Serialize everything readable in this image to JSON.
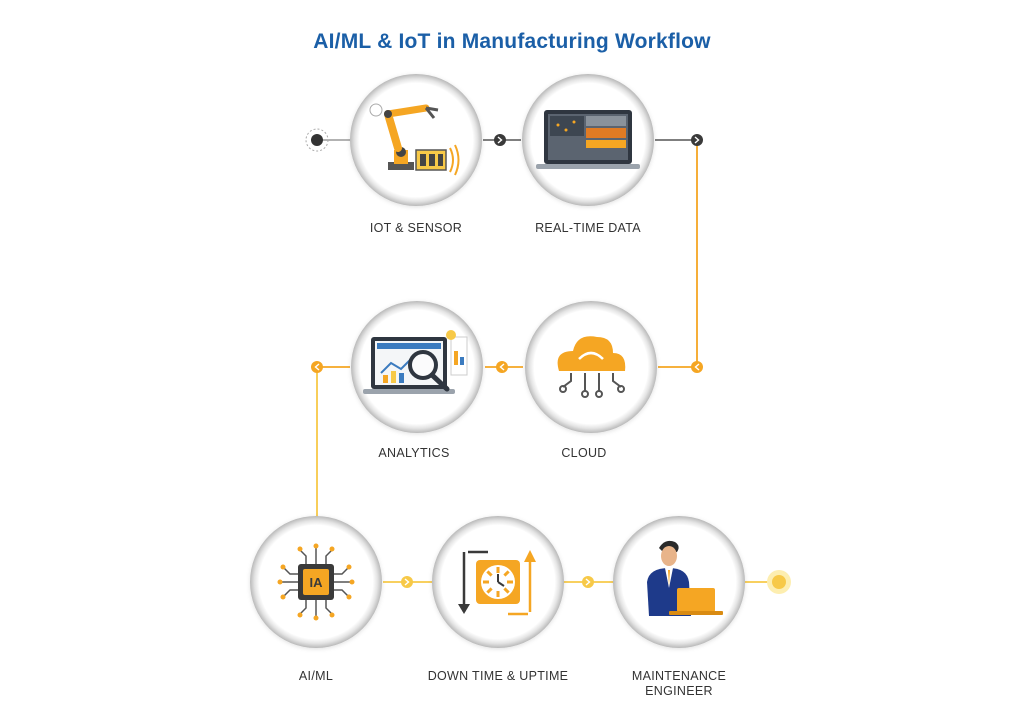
{
  "title": "AI/ML & IoT in Manufacturing Workflow",
  "nodes": [
    {
      "label": "IOT & SENSOR",
      "icon": "robot-arm-icon"
    },
    {
      "label": "REAL-TIME DATA",
      "icon": "monitor-dashboard-icon"
    },
    {
      "label": "CLOUD",
      "icon": "cloud-network-icon"
    },
    {
      "label": "ANALYTICS",
      "icon": "analytics-magnifier-icon"
    },
    {
      "label": "AI/ML",
      "icon": "ai-chip-icon",
      "chip_text": "IA"
    },
    {
      "label": "DOWN TIME & UPTIME",
      "icon": "clock-cycle-icon"
    },
    {
      "label": "MAINTENANCE\nENGINEER",
      "icon": "engineer-laptop-icon"
    }
  ],
  "colors": {
    "title": "#1b5fa7",
    "accent_orange": "#f5a623",
    "accent_yellow": "#f7c948",
    "dark": "#444444",
    "ring": "#d6d6d6"
  }
}
